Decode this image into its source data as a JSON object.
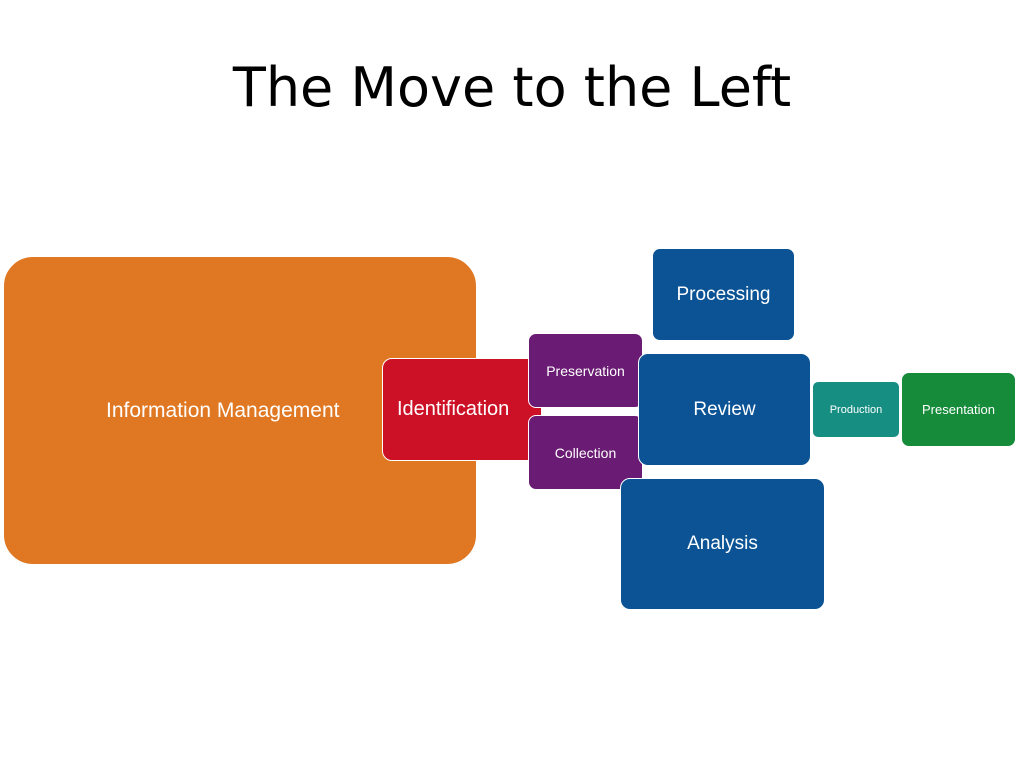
{
  "title": "The Move to the Left",
  "colors": {
    "orange": "#E07722",
    "red": "#CC1126",
    "purple": "#6A1B73",
    "blue": "#0B5394",
    "teal": "#168E82",
    "green": "#168B3A"
  },
  "boxes": {
    "information_management": "Information Management",
    "identification": "Identification",
    "preservation": "Preservation",
    "collection": "Collection",
    "processing": "Processing",
    "review": "Review",
    "analysis": "Analysis",
    "production": "Production",
    "presentation": "Presentation"
  }
}
